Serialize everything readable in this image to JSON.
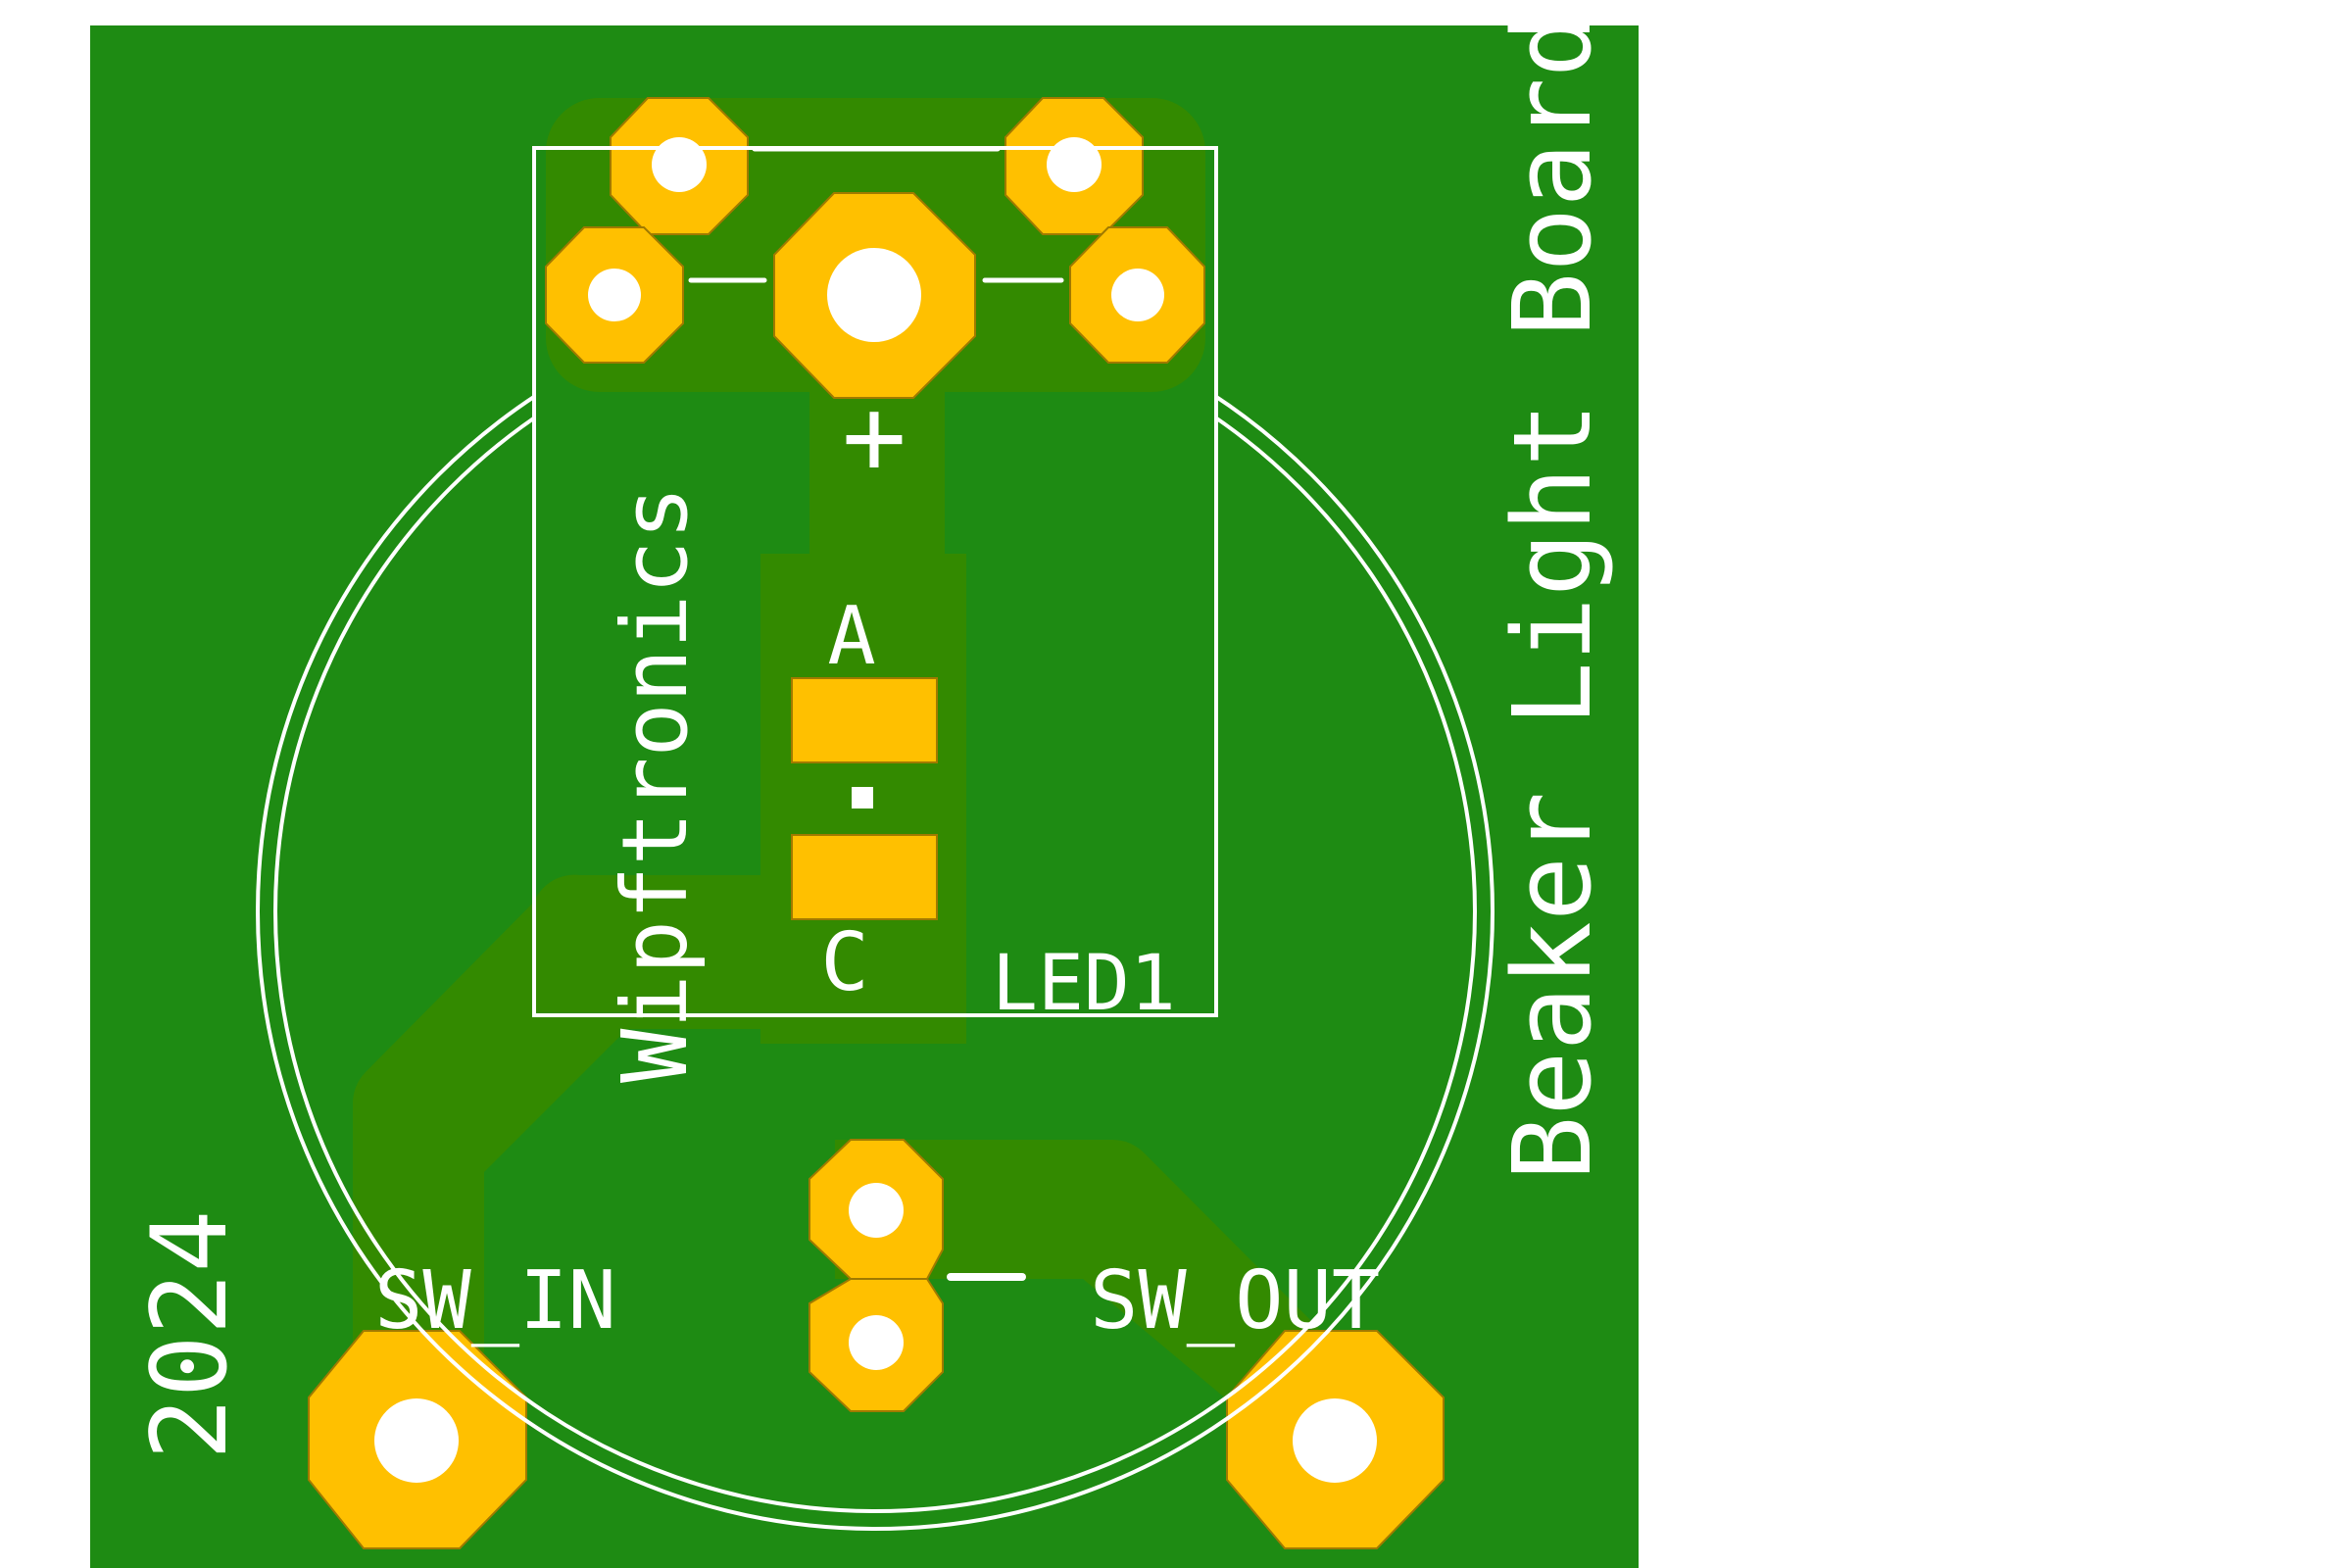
{
  "board": {
    "title": "Beaker Light Board",
    "brand": "Wipftronics",
    "year": "2024",
    "component_ref": "LED1",
    "anode_label": "A",
    "cathode_label": "C",
    "plus_label": "+",
    "switch_in_label": "SW_IN",
    "switch_out_label": "SW_OUT"
  },
  "colors": {
    "substrate": "#1e8b13",
    "copper": "#338a00",
    "pad": "#ffc000",
    "pad_edge": "#a07a00",
    "silkscreen": "#ffffff",
    "drill": "#ffffff",
    "background": "#ffffff"
  }
}
